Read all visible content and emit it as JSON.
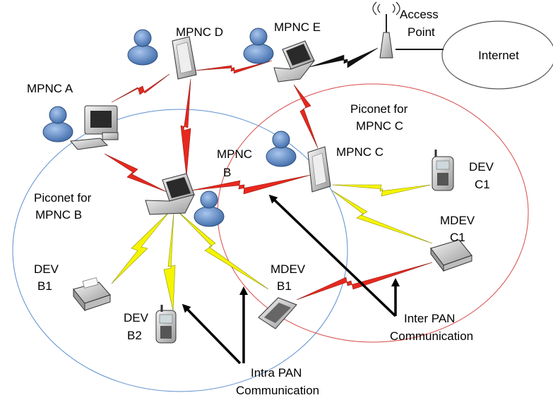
{
  "labels": {
    "access_point": [
      "Access",
      "Point"
    ],
    "internet": "Internet",
    "mpnc_a": "MPNC A",
    "mpnc_d": "MPNC D",
    "mpnc_e": "MPNC E",
    "mpnc_c": "MPNC C",
    "mpnc_b": [
      "MPNC",
      "B"
    ],
    "piconet_c": [
      "Piconet for",
      "MPNC C"
    ],
    "piconet_b": [
      "Piconet for",
      "MPNC B"
    ],
    "dev_c1": [
      "DEV",
      "C1"
    ],
    "mdev_c1": [
      "MDEV",
      "C1"
    ],
    "dev_b1": [
      "DEV",
      "B1"
    ],
    "dev_b2": [
      "DEV",
      "B2"
    ],
    "mdev_b1": [
      "MDEV",
      "B1"
    ],
    "inter_pan": [
      "Inter PAN",
      "Communication"
    ],
    "intra_pan": [
      "Intra PAN",
      "Communication"
    ]
  },
  "colors": {
    "piconet_b_circle": "#5b8fd0",
    "piconet_c_circle": "#d94a4a",
    "red_link": "#e8281e",
    "yellow_link": "#f5f500",
    "black_link": "#111111",
    "user": "#4a78b8"
  }
}
